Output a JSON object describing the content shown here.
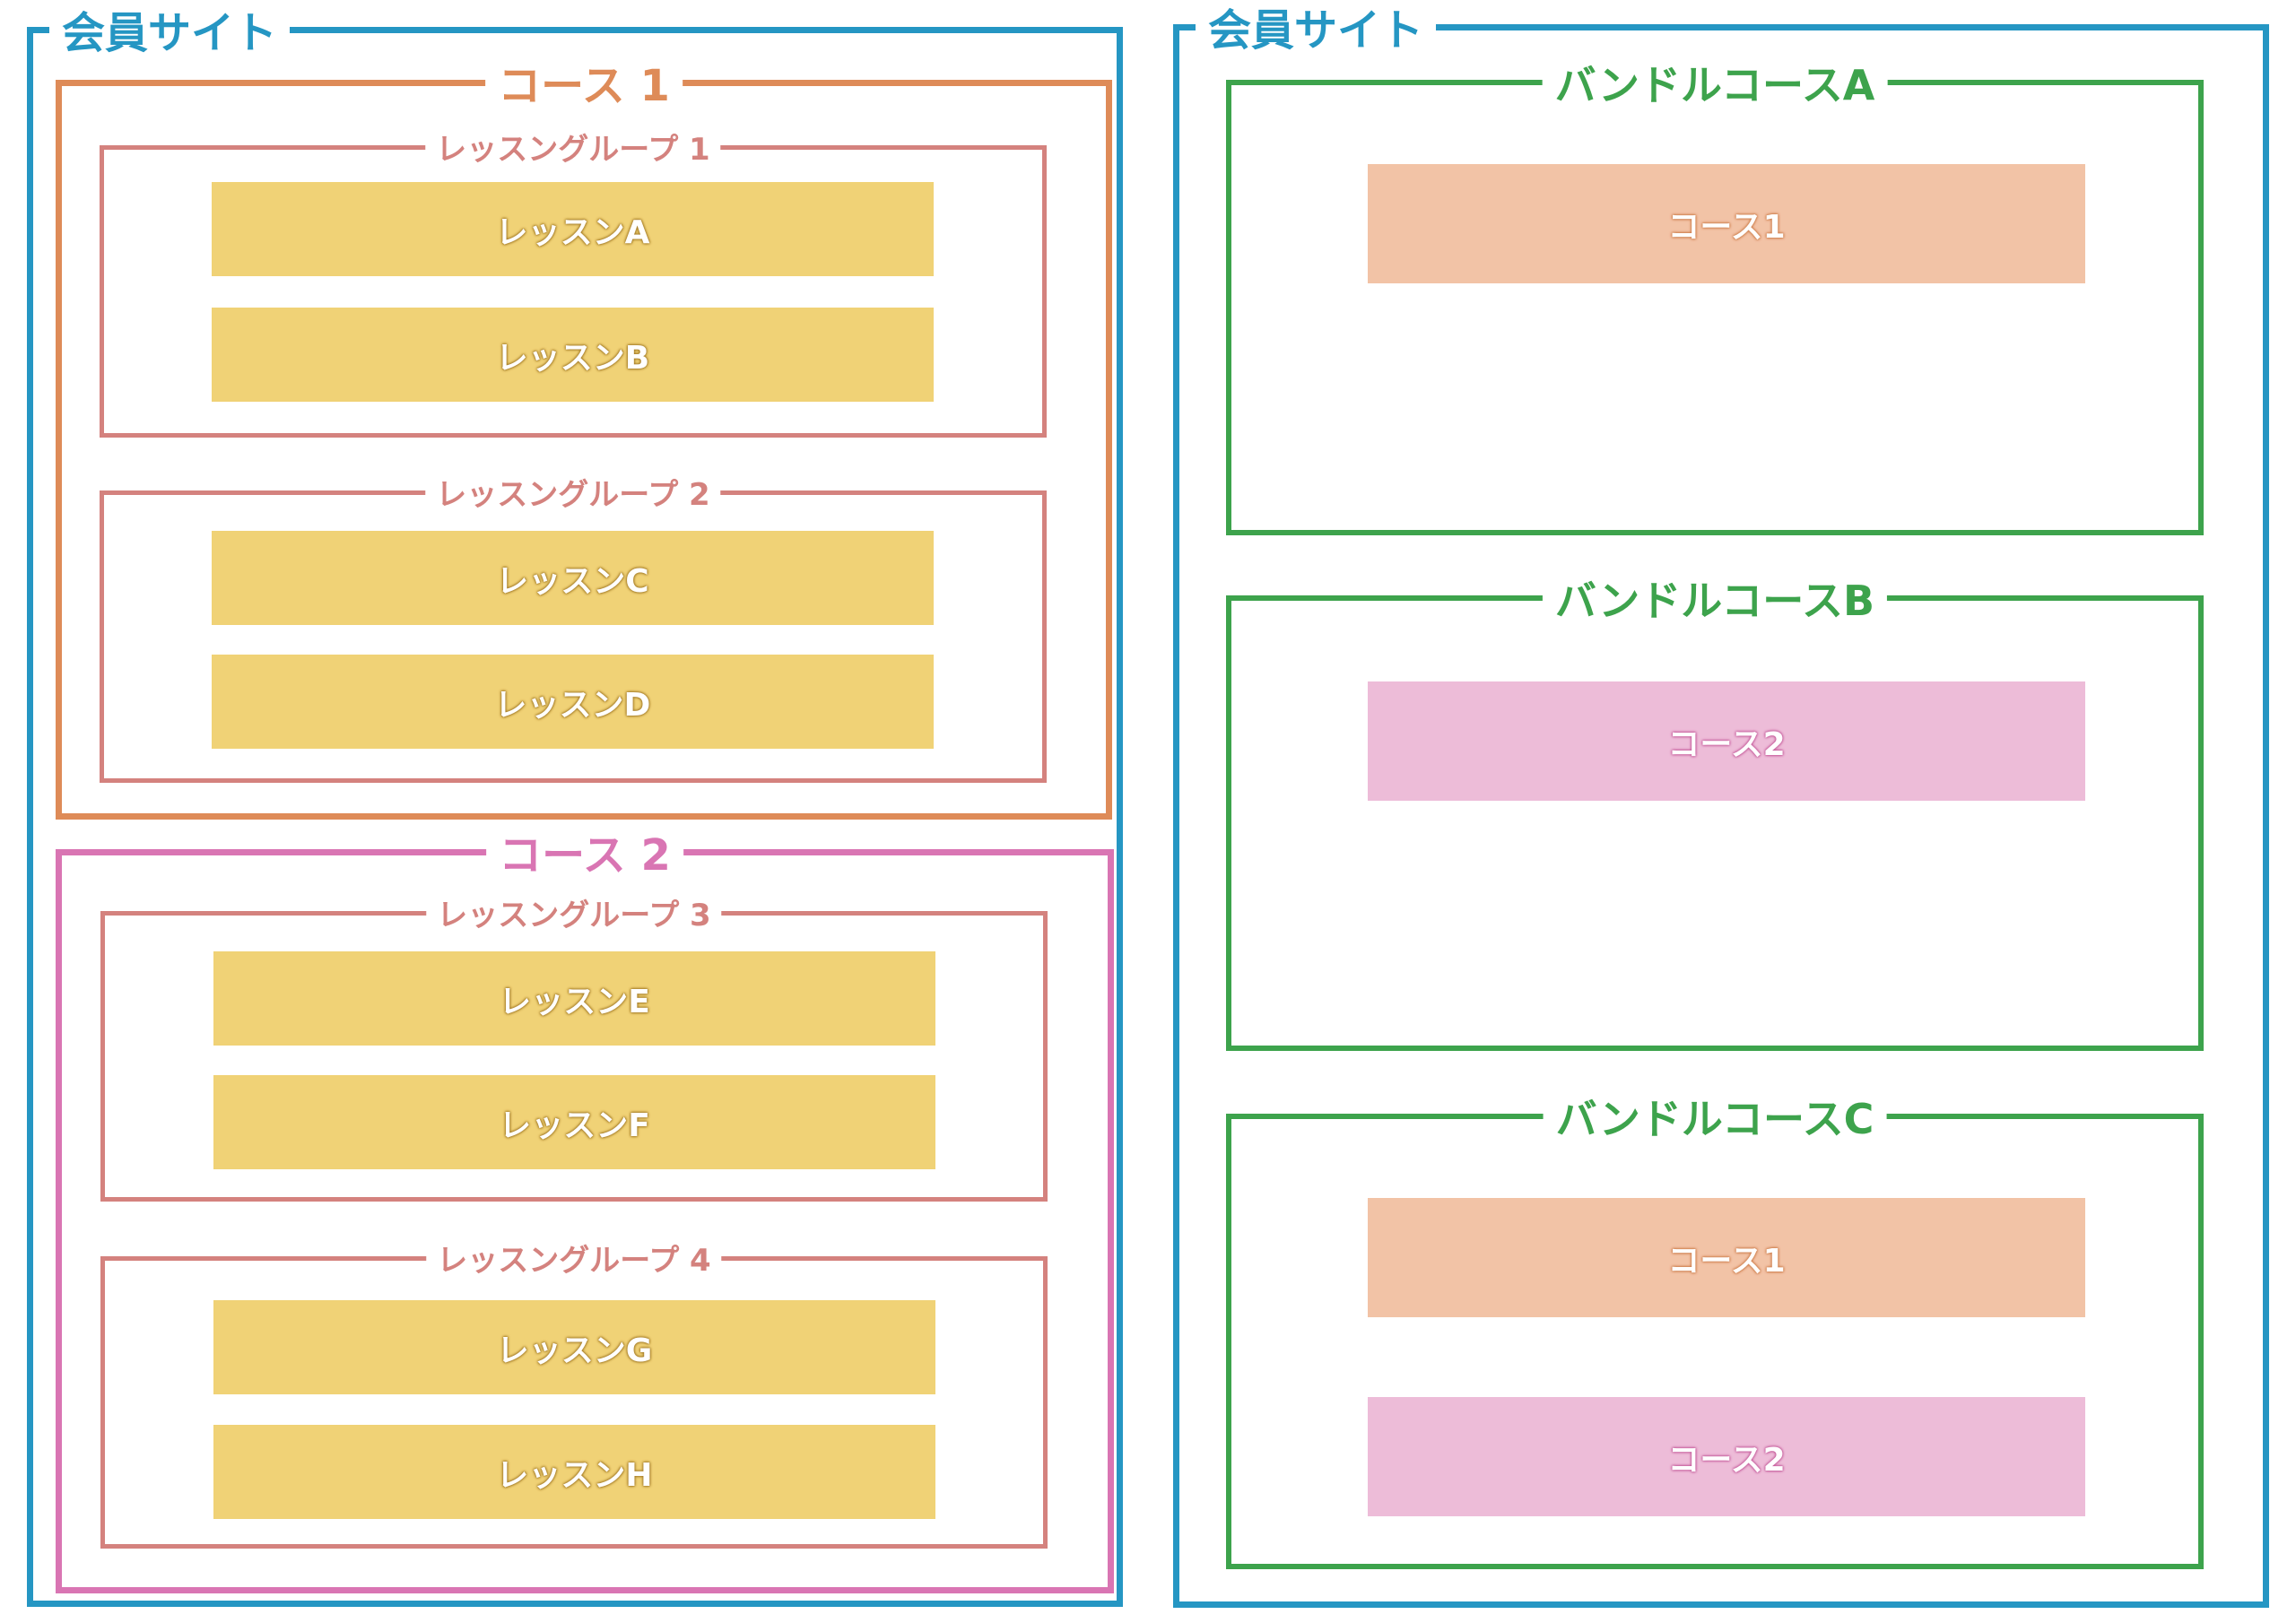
{
  "left_site": {
    "title": "会員サイト",
    "course1": {
      "title": "コース 1",
      "group1": {
        "title": "レッスングループ 1",
        "lessons": [
          "レッスンA",
          "レッスンB"
        ]
      },
      "group2": {
        "title": "レッスングループ 2",
        "lessons": [
          "レッスンC",
          "レッスンD"
        ]
      }
    },
    "course2": {
      "title": "コース 2",
      "group3": {
        "title": "レッスングループ 3",
        "lessons": [
          "レッスンE",
          "レッスンF"
        ]
      },
      "group4": {
        "title": "レッスングループ 4",
        "lessons": [
          "レッスンG",
          "レッスンH"
        ]
      }
    }
  },
  "right_site": {
    "title": "会員サイト",
    "bundleA": {
      "title": "バンドルコースA",
      "courses": [
        "コース1"
      ]
    },
    "bundleB": {
      "title": "バンドルコースB",
      "courses": [
        "コース2"
      ]
    },
    "bundleC": {
      "title": "バンドルコースC",
      "courses": [
        "コース1",
        "コース2"
      ]
    }
  },
  "colors": {
    "site_border": "#2596c3",
    "course1": "#de8b58",
    "course2": "#d975b3",
    "lesson_group": "#d4827e",
    "lesson_fill": "#f0d276",
    "bundle": "#3da34c",
    "bundle_course1_fill": "#f2c3a6",
    "bundle_course2_fill": "#edbcd8"
  }
}
